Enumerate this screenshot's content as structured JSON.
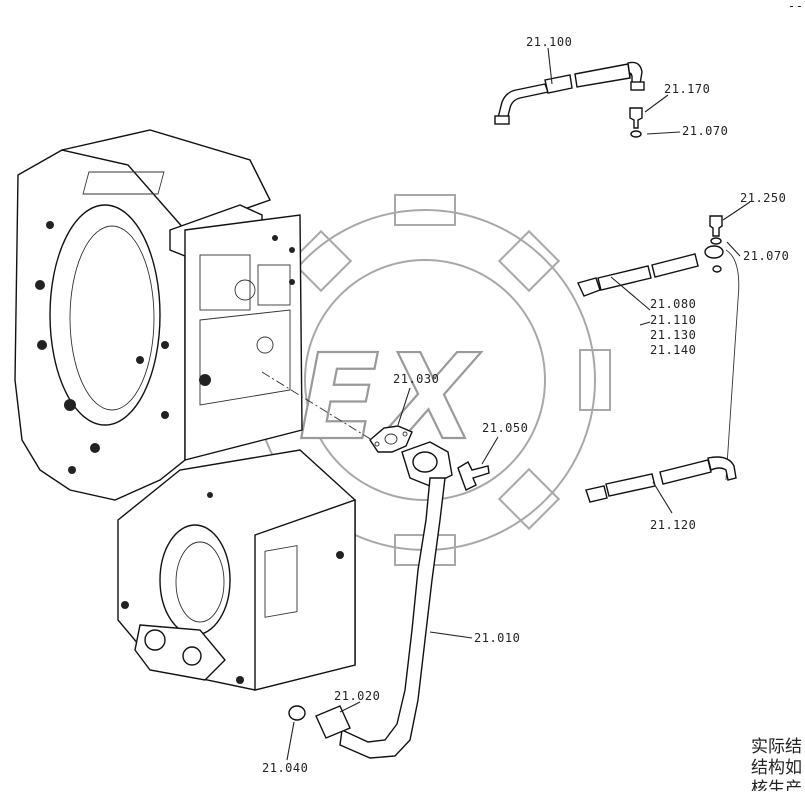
{
  "corner_mark": "--",
  "watermark": {
    "text": "OPEX"
  },
  "callouts": {
    "c_21100": "21.100",
    "c_21170": "21.170",
    "c_21070a": "21.070",
    "c_21250": "21.250",
    "c_21070b": "21.070",
    "c_21080": "21.080",
    "c_21110": "21.110",
    "c_21130": "21.130",
    "c_21140": "21.140",
    "c_21030": "21.030",
    "c_21050": "21.050",
    "c_21120": "21.120",
    "c_21010": "21.010",
    "c_21020": "21.020",
    "c_21040": "21.040"
  },
  "note": {
    "line1": "实际结",
    "line2": "结构如",
    "line3": "核生产"
  }
}
